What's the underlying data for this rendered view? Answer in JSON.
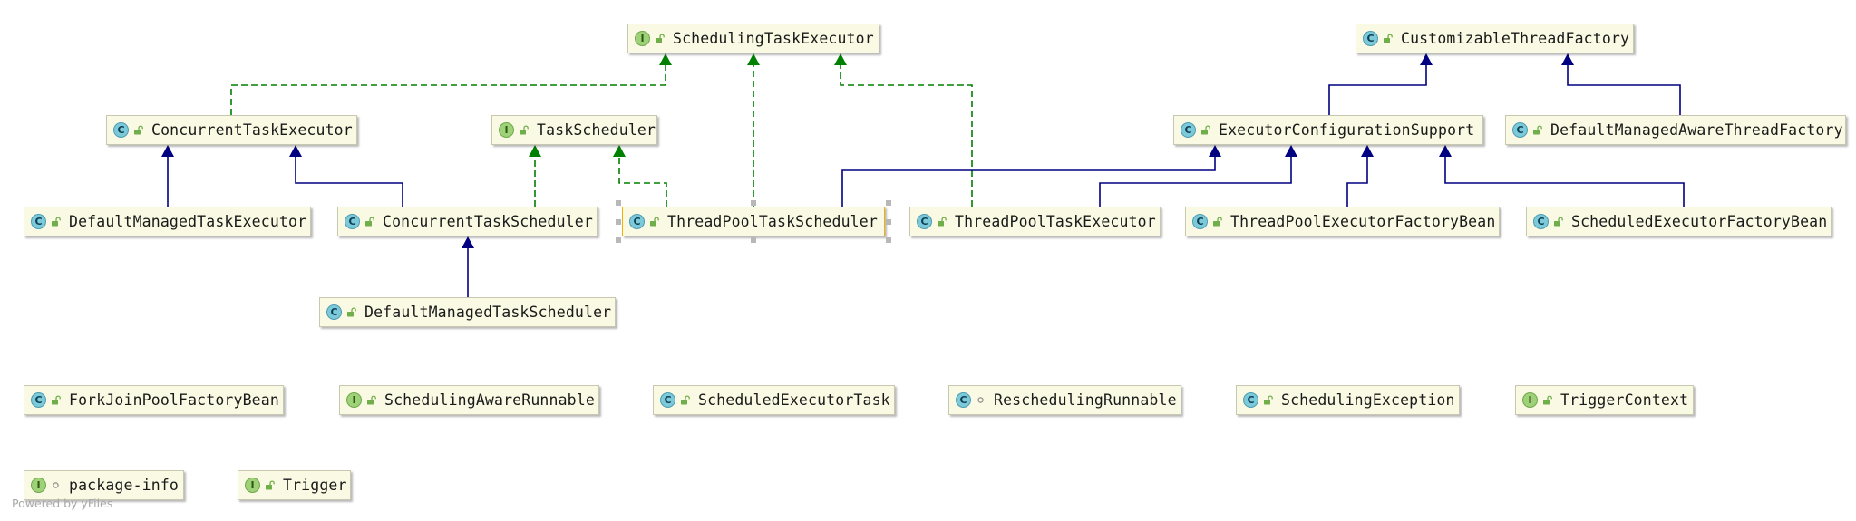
{
  "diagram": {
    "nodes": [
      {
        "id": "scheduling_task_executor",
        "kind": "I",
        "visibility": "public",
        "label": "SchedulingTaskExecutor"
      },
      {
        "id": "customizable_thread_factory",
        "kind": "C",
        "visibility": "public",
        "label": "CustomizableThreadFactory"
      },
      {
        "id": "concurrent_task_executor",
        "kind": "C",
        "visibility": "public",
        "label": "ConcurrentTaskExecutor"
      },
      {
        "id": "task_scheduler",
        "kind": "I",
        "visibility": "public",
        "label": "TaskScheduler"
      },
      {
        "id": "executor_configuration_support",
        "kind": "C",
        "visibility": "public",
        "label": "ExecutorConfigurationSupport"
      },
      {
        "id": "default_managed_aware_thread_factory",
        "kind": "C",
        "visibility": "public",
        "label": "DefaultManagedAwareThreadFactory"
      },
      {
        "id": "default_managed_task_executor",
        "kind": "C",
        "visibility": "public",
        "label": "DefaultManagedTaskExecutor"
      },
      {
        "id": "concurrent_task_scheduler",
        "kind": "C",
        "visibility": "public",
        "label": "ConcurrentTaskScheduler"
      },
      {
        "id": "thread_pool_task_scheduler",
        "kind": "C",
        "visibility": "public",
        "label": "ThreadPoolTaskScheduler",
        "selected": true
      },
      {
        "id": "thread_pool_task_executor",
        "kind": "C",
        "visibility": "public",
        "label": "ThreadPoolTaskExecutor"
      },
      {
        "id": "thread_pool_executor_factory_bean",
        "kind": "C",
        "visibility": "public",
        "label": "ThreadPoolExecutorFactoryBean"
      },
      {
        "id": "scheduled_executor_factory_bean",
        "kind": "C",
        "visibility": "public",
        "label": "ScheduledExecutorFactoryBean"
      },
      {
        "id": "default_managed_task_scheduler",
        "kind": "C",
        "visibility": "public",
        "label": "DefaultManagedTaskScheduler"
      },
      {
        "id": "fork_join_pool_factory_bean",
        "kind": "C",
        "visibility": "public",
        "label": "ForkJoinPoolFactoryBean"
      },
      {
        "id": "scheduling_aware_runnable",
        "kind": "I",
        "visibility": "public",
        "label": "SchedulingAwareRunnable"
      },
      {
        "id": "scheduled_executor_task",
        "kind": "C",
        "visibility": "public",
        "label": "ScheduledExecutorTask"
      },
      {
        "id": "rescheduling_runnable",
        "kind": "C",
        "visibility": "package",
        "label": "ReschedulingRunnable"
      },
      {
        "id": "scheduling_exception",
        "kind": "C",
        "visibility": "public",
        "label": "SchedulingException"
      },
      {
        "id": "trigger_context",
        "kind": "I",
        "visibility": "public",
        "label": "TriggerContext"
      },
      {
        "id": "package_info",
        "kind": "I",
        "visibility": "package",
        "label": "package-info"
      },
      {
        "id": "trigger",
        "kind": "I",
        "visibility": "public",
        "label": "Trigger"
      }
    ],
    "edges": [
      {
        "from": "concurrent_task_executor",
        "to": "scheduling_task_executor",
        "type": "implements"
      },
      {
        "from": "thread_pool_task_scheduler",
        "to": "scheduling_task_executor",
        "type": "implements"
      },
      {
        "from": "thread_pool_task_executor",
        "to": "scheduling_task_executor",
        "type": "implements"
      },
      {
        "from": "default_managed_task_executor",
        "to": "concurrent_task_executor",
        "type": "extends"
      },
      {
        "from": "concurrent_task_scheduler",
        "to": "concurrent_task_executor",
        "type": "extends"
      },
      {
        "from": "concurrent_task_scheduler",
        "to": "task_scheduler",
        "type": "implements"
      },
      {
        "from": "thread_pool_task_scheduler",
        "to": "task_scheduler",
        "type": "implements"
      },
      {
        "from": "default_managed_task_scheduler",
        "to": "concurrent_task_scheduler",
        "type": "extends"
      },
      {
        "from": "executor_configuration_support",
        "to": "customizable_thread_factory",
        "type": "extends"
      },
      {
        "from": "default_managed_aware_thread_factory",
        "to": "customizable_thread_factory",
        "type": "extends"
      },
      {
        "from": "thread_pool_task_scheduler",
        "to": "executor_configuration_support",
        "type": "extends"
      },
      {
        "from": "thread_pool_task_executor",
        "to": "executor_configuration_support",
        "type": "extends"
      },
      {
        "from": "thread_pool_executor_factory_bean",
        "to": "executor_configuration_support",
        "type": "extends"
      },
      {
        "from": "scheduled_executor_factory_bean",
        "to": "executor_configuration_support",
        "type": "extends"
      }
    ],
    "colors": {
      "extends": "#000080",
      "implements": "#008000",
      "node_fill": "#fafae4",
      "selected_border": "#f2b100"
    },
    "icons": {
      "class": "class-c-icon",
      "interface": "interface-i-icon",
      "public": "unlock-icon",
      "package": "dot-icon"
    },
    "credit": "Powered by yFiles"
  }
}
